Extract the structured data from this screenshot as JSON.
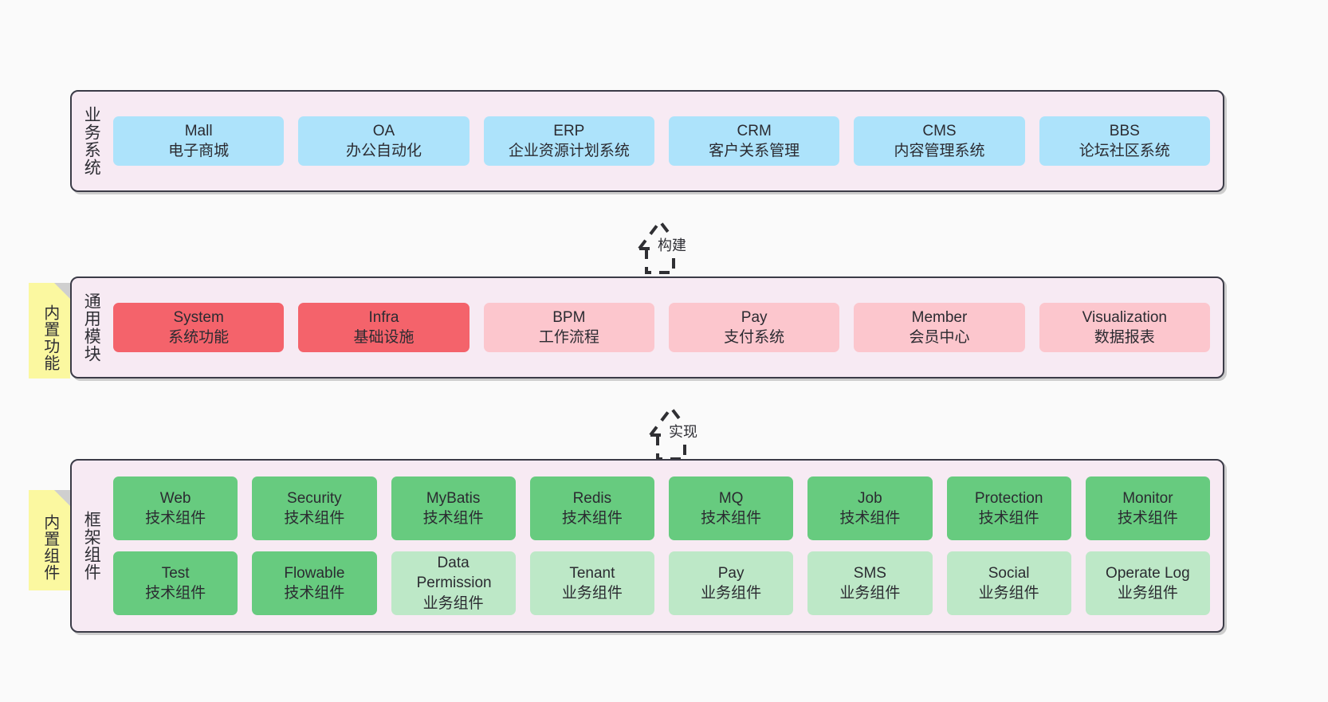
{
  "diagram": {
    "background": "#fafafa",
    "palette": {
      "layer_bg": "#f7eaf3",
      "layer_border": "#3b3b47",
      "blue": "#ade3fb",
      "red": "#f4636b",
      "pink": "#fcc6cd",
      "green": "#67cb7f",
      "green_light": "#bde8c7",
      "note_yellow": "#fbf8a0"
    }
  },
  "layers": [
    {
      "id": "business-systems",
      "title": "业务系统",
      "rows": [
        {
          "cells": [
            {
              "name": "Mall",
              "sub": "电子商城",
              "color": "c-blue"
            },
            {
              "name": "OA",
              "sub": "办公自动化",
              "color": "c-blue"
            },
            {
              "name": "ERP",
              "sub": "企业资源计划系统",
              "color": "c-blue"
            },
            {
              "name": "CRM",
              "sub": "客户关系管理",
              "color": "c-blue"
            },
            {
              "name": "CMS",
              "sub": "内容管理系统",
              "color": "c-blue"
            },
            {
              "name": "BBS",
              "sub": "论坛社区系统",
              "color": "c-blue"
            }
          ]
        }
      ]
    },
    {
      "id": "common-modules",
      "title": "通用模块",
      "note": "内置功能",
      "rows": [
        {
          "cells": [
            {
              "name": "System",
              "sub": "系统功能",
              "color": "c-red"
            },
            {
              "name": "Infra",
              "sub": "基础设施",
              "color": "c-red"
            },
            {
              "name": "BPM",
              "sub": "工作流程",
              "color": "c-pink"
            },
            {
              "name": "Pay",
              "sub": "支付系统",
              "color": "c-pink"
            },
            {
              "name": "Member",
              "sub": "会员中心",
              "color": "c-pink"
            },
            {
              "name": "Visualization",
              "sub": "数据报表",
              "color": "c-pink"
            }
          ]
        }
      ]
    },
    {
      "id": "framework-components",
      "title": "框架组件",
      "note": "内置组件",
      "rows": [
        {
          "cells": [
            {
              "name": "Web",
              "sub": "技术组件",
              "color": "c-green"
            },
            {
              "name": "Security",
              "sub": "技术组件",
              "color": "c-green"
            },
            {
              "name": "MyBatis",
              "sub": "技术组件",
              "color": "c-green"
            },
            {
              "name": "Redis",
              "sub": "技术组件",
              "color": "c-green"
            },
            {
              "name": "MQ",
              "sub": "技术组件",
              "color": "c-green"
            },
            {
              "name": "Job",
              "sub": "技术组件",
              "color": "c-green"
            },
            {
              "name": "Protection",
              "sub": "技术组件",
              "color": "c-green"
            },
            {
              "name": "Monitor",
              "sub": "技术组件",
              "color": "c-green"
            }
          ]
        },
        {
          "cells": [
            {
              "name": "Test",
              "sub": "技术组件",
              "color": "c-green"
            },
            {
              "name": "Flowable",
              "sub": "技术组件",
              "color": "c-green"
            },
            {
              "name": "Data Permission",
              "sub": "业务组件",
              "color": "c-green-lite",
              "wrap": true
            },
            {
              "name": "Tenant",
              "sub": "业务组件",
              "color": "c-green-lite"
            },
            {
              "name": "Pay",
              "sub": "业务组件",
              "color": "c-green-lite"
            },
            {
              "name": "SMS",
              "sub": "业务组件",
              "color": "c-green-lite"
            },
            {
              "name": "Social",
              "sub": "业务组件",
              "color": "c-green-lite"
            },
            {
              "name": "Operate Log",
              "sub": "业务组件",
              "color": "c-green-lite"
            }
          ]
        }
      ]
    }
  ],
  "arrows": [
    {
      "id": "build",
      "label": "构建"
    },
    {
      "id": "implement",
      "label": "实现"
    }
  ]
}
